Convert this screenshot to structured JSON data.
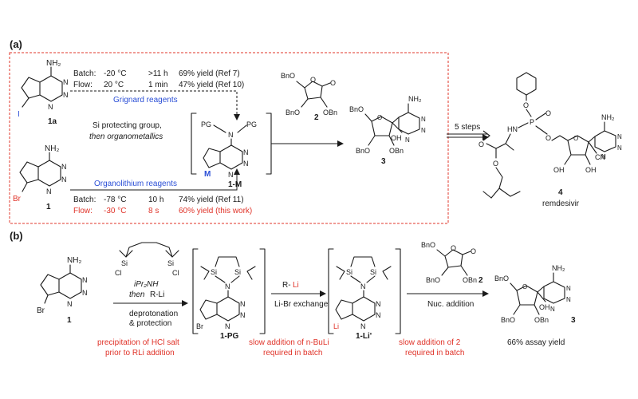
{
  "labels": {
    "panel_a": "(a)",
    "panel_b": "(b)"
  },
  "panel_a": {
    "atoms": {
      "nh2": "NH₂",
      "n": "N",
      "i": "I",
      "br": "Br",
      "m": "M",
      "pg": "PG",
      "o": "O",
      "oh": "OH",
      "bno": "BnO",
      "obn": "OBn",
      "cn": "CN",
      "p": "P",
      "hn": "HN"
    },
    "compounds": {
      "c1a": "1a",
      "c1": "1",
      "c1m": "1-M",
      "c2": "2",
      "c3": "3",
      "c4": "4",
      "remdesivir": "remdesivir"
    },
    "grignard": {
      "batch_label": "Batch:",
      "batch_temp": "-20 °C",
      "batch_time": ">11 h",
      "batch_yield": "69% yield (Ref 7)",
      "flow_label": "Flow:",
      "flow_temp": "20 °C",
      "flow_time": "1 min",
      "flow_yield": "47% yield (Ref 10)",
      "reagent": "Grignard reagents"
    },
    "organolithium": {
      "reagent": "Organolithium reagents",
      "batch_label": "Batch:",
      "batch_temp": "-78 °C",
      "batch_time": "10 h",
      "batch_yield": "74% yield (Ref 11)",
      "flow_label": "Flow:",
      "flow_temp": "-30 °C",
      "flow_time": "8 s",
      "flow_yield": "60% yield (this work)"
    },
    "middle_text_1": "Si protecting group,",
    "middle_text_2": "then organometallics",
    "steps": "5 steps"
  },
  "panel_b": {
    "atoms": {
      "nh2": "NH₂",
      "n": "N",
      "br": "Br",
      "li": "Li",
      "si": "Si",
      "cl": "Cl",
      "o": "O",
      "oh": "OH",
      "bno": "BnO",
      "obn": "OBn"
    },
    "compounds": {
      "c1": "1",
      "c1pg": "1-PG",
      "c1li": "1-Li'",
      "c2": "2",
      "c3": "3"
    },
    "reagent_base": "iPr₂NH",
    "reagent_then": "then",
    "reagent_rli": "R-Li",
    "step1_line1": "deprotonation",
    "step1_line2": "& protection",
    "step2_reagent_r": "R-",
    "step2_reagent_li": "Li",
    "step2_label": "Li-Br exchange",
    "step3_label": "Nuc. addition",
    "note1_line1": "precipitation of HCl salt",
    "note1_line2": "prior to RLi addition",
    "note2_line1": "slow addition of n-BuLi",
    "note2_line2": "required in batch",
    "note3_line1": "slow addition of 2",
    "note3_line2": "required in batch",
    "yield": "66% assay yield"
  },
  "colors": {
    "ink": "#1a1a1a",
    "blue": "#2b4fd6",
    "red": "#e0342a",
    "box_border": "#e0342a"
  }
}
